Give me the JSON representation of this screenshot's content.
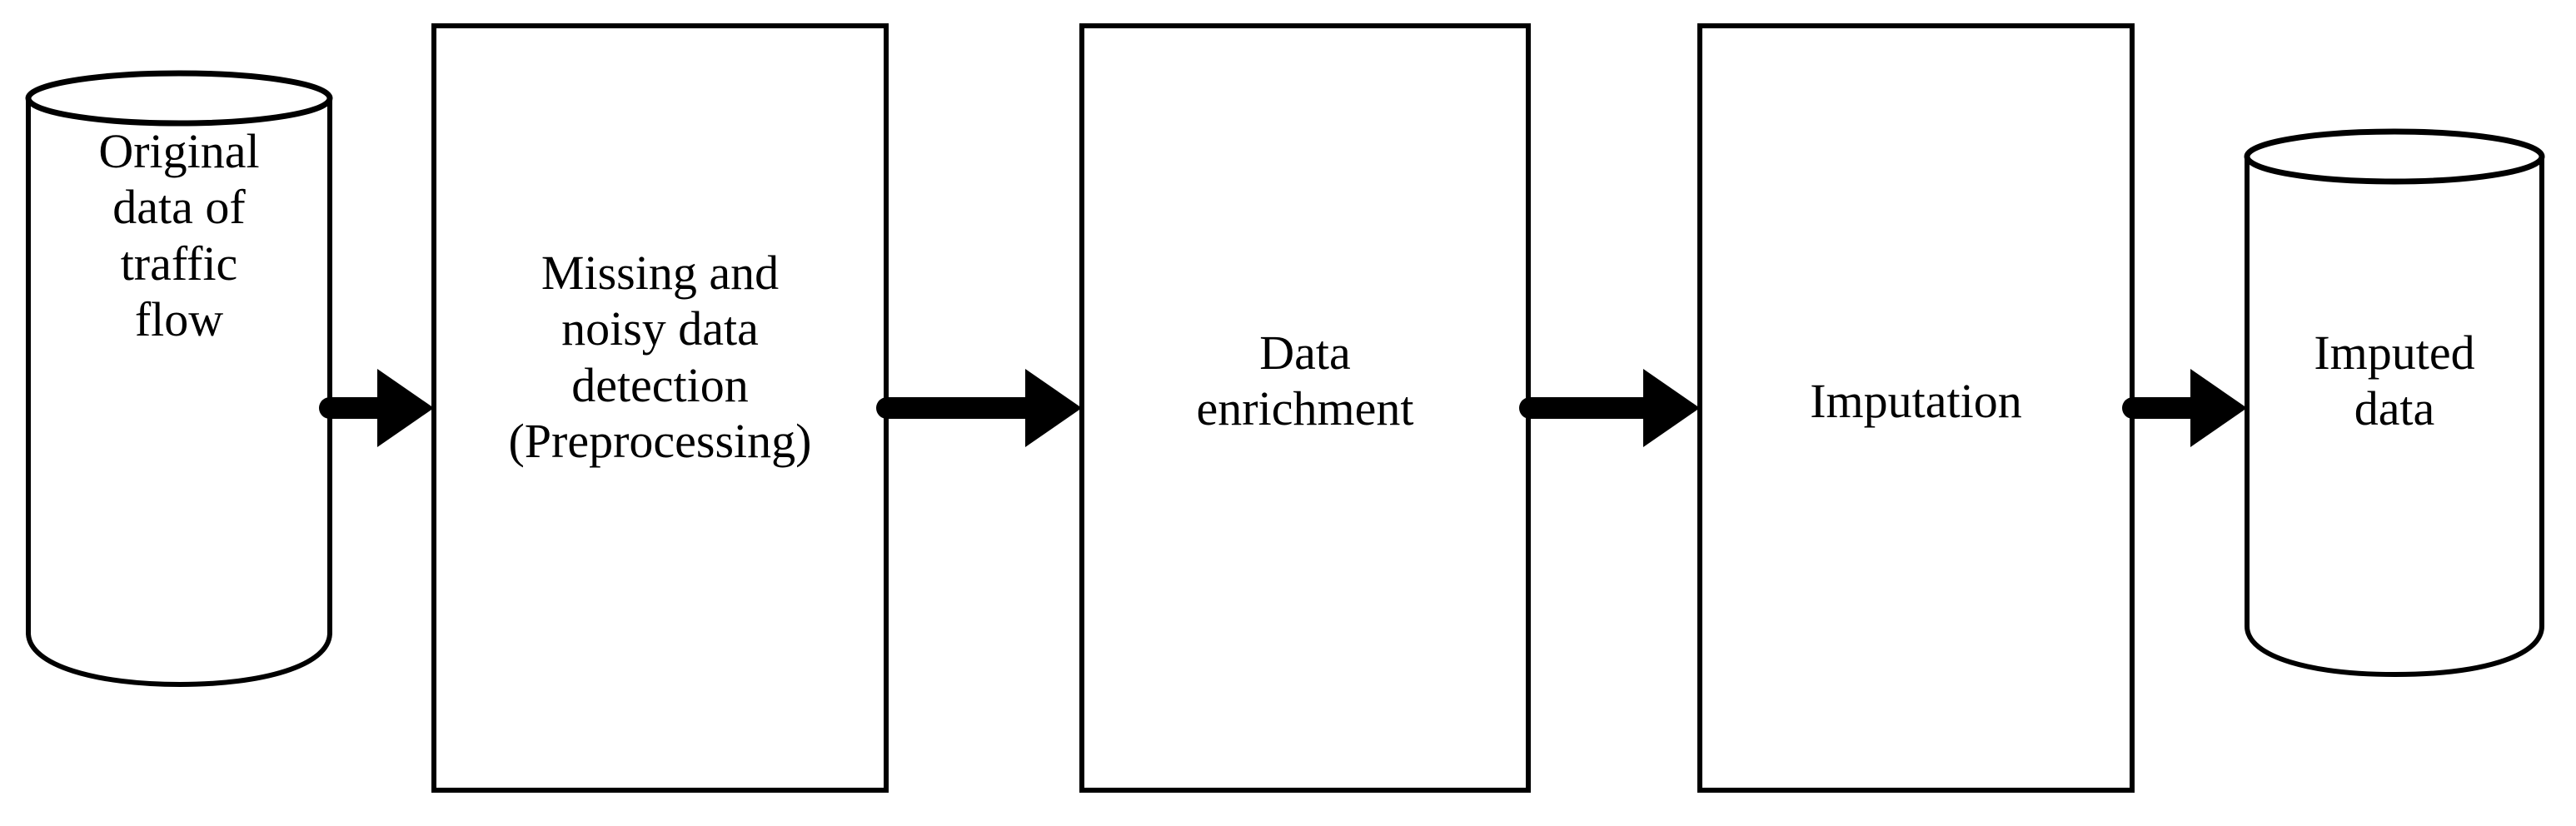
{
  "diagram": {
    "type": "flowchart",
    "orientation": "left-to-right",
    "background_color": "#ffffff",
    "stroke_color": "#000000",
    "text_color": "#000000",
    "nodes": [
      {
        "id": "original-data",
        "shape": "cylinder",
        "name": "original-data-store",
        "lines": [
          "Original",
          "data of",
          "traffic",
          "flow"
        ]
      },
      {
        "id": "detection",
        "shape": "rectangle",
        "name": "missing-noisy-detection-process",
        "lines": [
          "Missing and",
          "noisy data",
          "detection",
          "(Preprocessing)"
        ]
      },
      {
        "id": "enrichment",
        "shape": "rectangle",
        "name": "data-enrichment-process",
        "lines": [
          "Data",
          "enrichment"
        ]
      },
      {
        "id": "imputation",
        "shape": "rectangle",
        "name": "imputation-process",
        "lines": [
          "Imputation"
        ]
      },
      {
        "id": "imputed-data",
        "shape": "cylinder",
        "name": "imputed-data-store",
        "lines": [
          "Imputed",
          "data"
        ]
      }
    ],
    "edges": [
      {
        "id": "edge-1",
        "from": "original-data",
        "to": "detection",
        "style": "solid-arrow"
      },
      {
        "id": "edge-2",
        "from": "detection",
        "to": "enrichment",
        "style": "solid-arrow"
      },
      {
        "id": "edge-3",
        "from": "enrichment",
        "to": "imputation",
        "style": "solid-arrow"
      },
      {
        "id": "edge-4",
        "from": "imputation",
        "to": "imputed-data",
        "style": "solid-arrow"
      }
    ]
  }
}
